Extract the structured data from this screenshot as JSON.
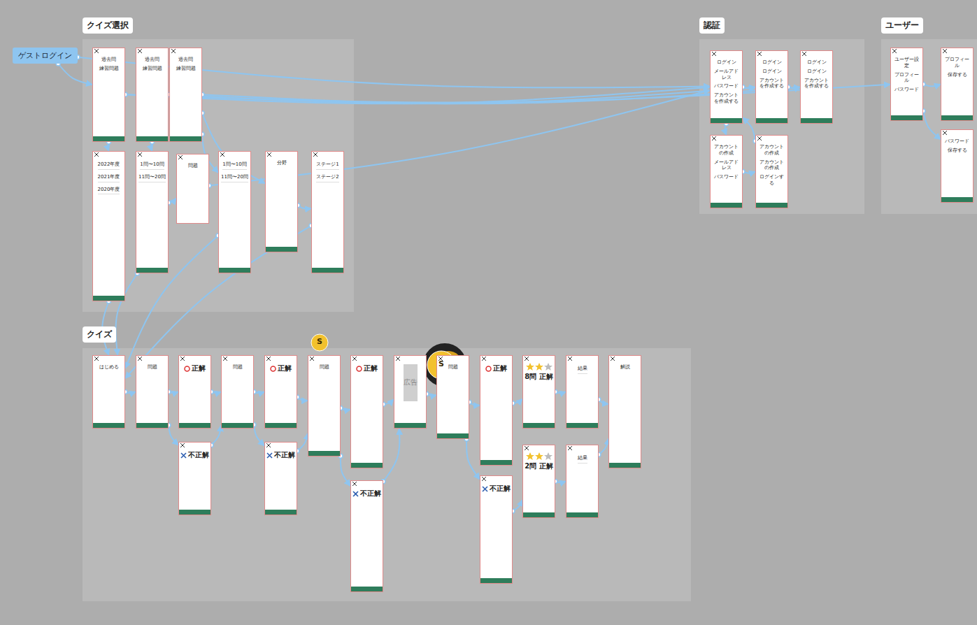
{
  "diagram": {
    "nodes": [
      {
        "text": [
          "ゲストログイン"
        ]
      },
      {
        "text": [
          "クイズ選択"
        ]
      },
      {
        "text": [
          "過去問",
          "練習問題"
        ],
        "in": 1
      },
      {
        "text": [
          "過去問",
          "練習問題"
        ],
        "in": 1
      },
      {
        "text": [
          "過去問",
          "練習問題"
        ],
        "in": 1
      },
      {
        "text": [
          "2022年度",
          "2021年度",
          "2020年度"
        ],
        "in": 1
      },
      {
        "text": [
          "1問〜10問",
          "11問〜20問"
        ],
        "in": 1
      },
      {
        "text": [
          "問題"
        ],
        "in": 1
      },
      {
        "text": [
          "1問〜10問",
          "11問〜20問"
        ],
        "in": 1
      },
      {
        "text": [
          "分野"
        ],
        "in": 1
      },
      {
        "text": [
          "ステージ1",
          "ステージ2"
        ],
        "in": 1
      },
      {
        "text": [
          "認証"
        ]
      },
      {
        "text": [
          "ログイン",
          "メールアドレス",
          "パスワード",
          "アカウントを作成する"
        ],
        "in": 11
      },
      {
        "text": [
          "ログイン",
          "ログイン",
          "アカウントを作成する"
        ],
        "in": 11
      },
      {
        "text": [
          "ログイン",
          "ログイン",
          "アカウントを作成する"
        ],
        "in": 11
      },
      {
        "text": [
          "アカウントの作成",
          "メールアドレス",
          "パスワード"
        ],
        "in": 11
      },
      {
        "text": [
          "アカウントの作成",
          "アカウントの作成",
          "ログインする"
        ],
        "in": 11
      },
      {
        "text": [
          "ユーザー"
        ]
      },
      {
        "text": [
          "ユーザー設定",
          "プロフィール",
          "パスワード"
        ],
        "in": 17
      },
      {
        "text": [
          "プロフィール",
          "保存する"
        ],
        "in": 17
      },
      {
        "text": [
          "パスワード",
          "保存する"
        ],
        "in": 17
      },
      {
        "text": [
          "クイズ"
        ]
      },
      {
        "text": [
          "はじめる"
        ],
        "in": 21
      },
      {
        "text": [
          "問題"
        ],
        "in": 21
      },
      {
        "text": [
          "正解"
        ],
        "in": 21
      },
      {
        "text": [
          "不正解"
        ],
        "in": 21
      },
      {
        "text": [
          "問題"
        ],
        "in": 21
      },
      {
        "text": [
          "正解"
        ],
        "in": 21
      },
      {
        "text": [
          "不正解"
        ],
        "in": 21
      },
      {
        "text": [
          "問題"
        ],
        "in": 21
      },
      {
        "text": [
          "正解"
        ],
        "in": 21
      },
      {
        "text": [
          "不正解"
        ],
        "in": 21
      },
      {
        "text": [
          "広告"
        ],
        "in": 21
      },
      {
        "text": [
          "問題"
        ],
        "in": 21
      },
      {
        "text": [
          "正解"
        ],
        "in": 21
      },
      {
        "text": [
          "不正解"
        ],
        "in": 21
      },
      {
        "text": [
          "8問 正解"
        ],
        "in": 21
      },
      {
        "text": [
          "2問 正解"
        ],
        "in": 21
      },
      {
        "text": [
          "結果"
        ],
        "in": 21
      },
      {
        "text": [
          "結果"
        ],
        "in": 21
      },
      {
        "text": [
          "解説"
        ],
        "in": 21
      }
    ],
    "edges": [
      {
        "from": 0,
        "to": 2,
        "arrow": "to"
      },
      {
        "from": 0,
        "to": 12,
        "arrow": "to"
      },
      {
        "from": 2,
        "to": 12,
        "arrow": "to"
      },
      {
        "from": 3,
        "to": 13,
        "arrow": "to"
      },
      {
        "from": 4,
        "to": 14,
        "arrow": "to"
      },
      {
        "from": 2,
        "to": 5,
        "arrow": "to"
      },
      {
        "from": 3,
        "to": 6,
        "arrow": "to"
      },
      {
        "from": 4,
        "to": 8,
        "arrow": "to"
      },
      {
        "from": 4,
        "to": 9,
        "arrow": "to"
      },
      {
        "from": 6,
        "to": 7,
        "arrow": "to"
      },
      {
        "from": 7,
        "to": 12,
        "arrow": "to"
      },
      {
        "from": 9,
        "to": 10,
        "arrow": "to"
      },
      {
        "from": 5,
        "to": 22,
        "arrow": "to"
      },
      {
        "from": 6,
        "to": 22,
        "arrow": "to"
      },
      {
        "from": 8,
        "to": 22,
        "arrow": "to"
      },
      {
        "from": 10,
        "to": 22,
        "arrow": "to"
      },
      {
        "from": 12,
        "to": 13,
        "arrow": "to"
      },
      {
        "from": 13,
        "to": 14,
        "arrow": "to"
      },
      {
        "from": 12,
        "to": 15,
        "arrow": "to"
      },
      {
        "from": 15,
        "to": 16,
        "arrow": "to"
      },
      {
        "from": 16,
        "to": 12,
        "arrow": "to"
      },
      {
        "from": 2,
        "to": 18,
        "arrow": "to"
      },
      {
        "from": 18,
        "to": 19,
        "arrow": "to"
      },
      {
        "from": 18,
        "to": 20,
        "arrow": "to"
      },
      {
        "from": 22,
        "to": 23,
        "arrow": "to"
      },
      {
        "from": 23,
        "to": 24,
        "arrow": "to"
      },
      {
        "from": 23,
        "to": 25,
        "arrow": "to"
      },
      {
        "from": 24,
        "to": 26,
        "arrow": "to"
      },
      {
        "from": 25,
        "to": 26,
        "arrow": "to"
      },
      {
        "from": 26,
        "to": 27,
        "arrow": "to"
      },
      {
        "from": 26,
        "to": 28,
        "arrow": "to"
      },
      {
        "from": 27,
        "to": 29,
        "arrow": "to"
      },
      {
        "from": 28,
        "to": 29,
        "arrow": "to"
      },
      {
        "from": 29,
        "to": 30,
        "arrow": "to"
      },
      {
        "from": 29,
        "to": 31,
        "arrow": "to"
      },
      {
        "from": 30,
        "to": 32,
        "arrow": "to"
      },
      {
        "from": 31,
        "to": 32,
        "arrow": "to"
      },
      {
        "from": 32,
        "to": 33,
        "arrow": "to"
      },
      {
        "from": 33,
        "to": 34,
        "arrow": "to"
      },
      {
        "from": 33,
        "to": 35,
        "arrow": "to"
      },
      {
        "from": 34,
        "to": 36,
        "arrow": "to"
      },
      {
        "from": 35,
        "to": 37,
        "arrow": "to"
      },
      {
        "from": 36,
        "to": 38,
        "arrow": "to"
      },
      {
        "from": 37,
        "to": 39,
        "arrow": "to"
      },
      {
        "from": 38,
        "to": 40,
        "arrow": "to"
      },
      {
        "from": 39,
        "to": 40,
        "arrow": "to"
      }
    ],
    "labels": [
      "S",
      "S"
    ]
  }
}
